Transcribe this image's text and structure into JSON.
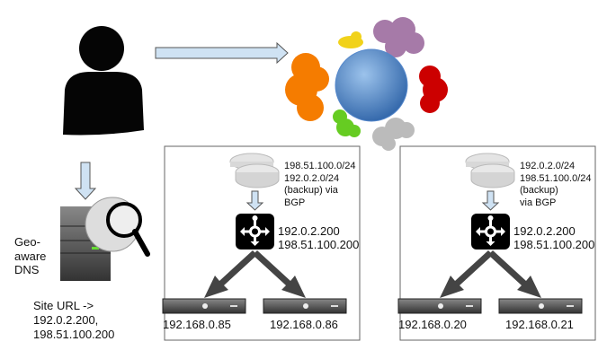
{
  "dns": {
    "label": [
      "Geo-",
      "aware",
      "DNS"
    ],
    "mapping": [
      "Site URL ->",
      "192.0.2.200,",
      "198.51.100.200"
    ]
  },
  "sites": [
    {
      "bgp": [
        "198.51.100.0/24",
        "192.0.2.0/24",
        "(backup)  via",
        "BGP"
      ],
      "lb": [
        "192.0.2.200",
        "198.51.100.200"
      ],
      "servers": [
        "192.168.0.85",
        "192.168.0.86"
      ]
    },
    {
      "bgp": [
        "192.0.2.0/24",
        "198.51.100.0/24",
        "(backup)",
        " via BGP"
      ],
      "lb": [
        "192.0.2.200",
        "198.51.100.200"
      ],
      "servers": [
        "192.168.0.20",
        "192.168.0.21"
      ]
    }
  ],
  "colors": {
    "arrow_fill": "#cfe2f3",
    "globe": "#3d78c2",
    "clouds": [
      "#f57c00",
      "#a67aa8",
      "#f1d21a",
      "#cc0000",
      "#66cc22",
      "#bbbbbb"
    ]
  }
}
